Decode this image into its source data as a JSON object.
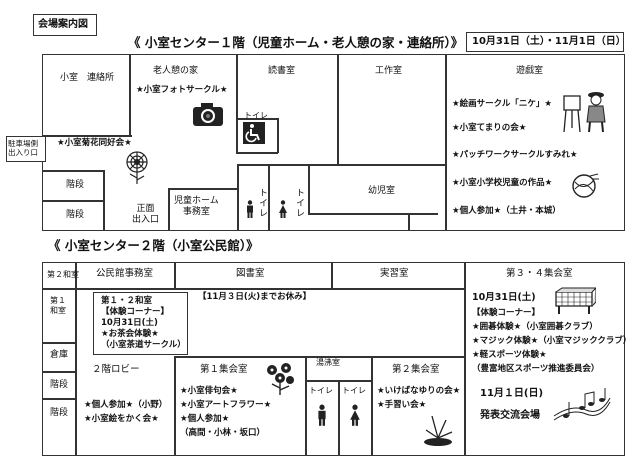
{
  "header": {
    "guide_label": "会場案内図",
    "floor1_title": "《 小室センター１階（児童ホーム・老人憩の家・連絡所）》",
    "dates": "10月31日（土）・11月1日（日）",
    "floor2_title": "《 小室センター２階（小室公民館）》"
  },
  "floor1": {
    "liaison": "小室　連絡所",
    "elder_house": "老人憩の家",
    "photo_circle": "★小室フォトサークル★",
    "reading_room": "読書室",
    "toilet": "トイレ",
    "workshop": "工作室",
    "play_room": "遊戯室",
    "parking_entry": "駐車場側\n出入り口",
    "chrysanthemum": "★小室菊花同好会★",
    "stairs1": "階段",
    "stairs2": "階段",
    "main_entry": "正面\n出入口",
    "children_office": "児童ホーム\n事務室",
    "toilet_v1": "トイレ",
    "toilet_v2": "トイレ",
    "kindergarten": "幼児室",
    "play_events": [
      "★絵画サークル「ニケ」★",
      "★小室てまりの会★",
      "★パッチワークサークルすみれ★",
      "★小室小学校児童の作品★",
      "★個人参加★（土井・本城）"
    ]
  },
  "floor2": {
    "washitsu2": "第２和室",
    "washitsu1": "第１\n和室",
    "office": "公民館事務室",
    "library": "図書室",
    "library_note": "【11月３日(火)までお休み】",
    "practice": "実習室",
    "hall34": "第３・４集会室",
    "callout": [
      "第１・２和室",
      "【体験コーナー】",
      "10月31日(土)",
      "★お茶会体験★",
      "（小室茶道サークル）"
    ],
    "storage": "倉庫",
    "stairs1": "階段",
    "stairs2": "階段",
    "lobby": "２階ロビー",
    "lobby_events": [
      "★個人参加★（小野）",
      "★小室絵をかく会★"
    ],
    "hall1": "第１集会室",
    "hall1_events": [
      "★小室俳句会★",
      "★小室アートフラワー★",
      "★個人参加★",
      "（高間・小林・坂口）"
    ],
    "hot_water": "湯沸室",
    "toilet1": "トイレ",
    "toilet2": "トイレ",
    "hall2": "第２集会室",
    "hall2_events": [
      "★いけばなゆりの会★",
      "★手習い会★"
    ],
    "hall34_events": [
      "10月31日(土)",
      "【体験コーナー】",
      "★囲碁体験★（小室囲碁クラブ）",
      "★マジック体験★（小室マジッククラブ）",
      "★軽スポーツ体験★",
      "（豊富地区スポーツ推進委員会）"
    ],
    "nov1": "11月１日(日)",
    "exchange": "発表交流会場"
  }
}
